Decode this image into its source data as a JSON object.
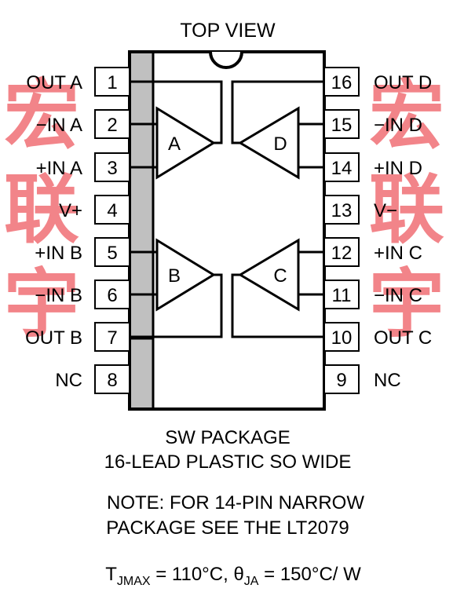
{
  "title": "TOP VIEW",
  "colors": {
    "ink": "#000000",
    "strip": "#c0c0c0",
    "watermark": "#e8202a"
  },
  "left_pins": [
    {
      "num": "1",
      "label": "OUT A"
    },
    {
      "num": "2",
      "label": "−IN A"
    },
    {
      "num": "3",
      "label": "+IN A"
    },
    {
      "num": "4",
      "label": "V+"
    },
    {
      "num": "5",
      "label": "+IN B"
    },
    {
      "num": "6",
      "label": "−IN B"
    },
    {
      "num": "7",
      "label": "OUT B"
    },
    {
      "num": "8",
      "label": "NC"
    }
  ],
  "right_pins": [
    {
      "num": "16",
      "label": "OUT D"
    },
    {
      "num": "15",
      "label": "−IN D"
    },
    {
      "num": "14",
      "label": "+IN D"
    },
    {
      "num": "13",
      "label": "V−"
    },
    {
      "num": "12",
      "label": "+IN C"
    },
    {
      "num": "11",
      "label": "−IN C"
    },
    {
      "num": "10",
      "label": "OUT C"
    },
    {
      "num": "9",
      "label": "NC"
    }
  ],
  "amplifiers": {
    "a": "A",
    "b": "B",
    "c": "C",
    "d": "D"
  },
  "package": {
    "line1": "SW PACKAGE",
    "line2": "16-LEAD PLASTIC SO WIDE"
  },
  "note": {
    "line1": "NOTE: FOR 14-PIN NARROW",
    "line2": "PACKAGE SEE THE LT2079"
  },
  "thermal": {
    "tj_symbol": "T",
    "tj_sub": "JMAX",
    "tj_value": " = 110°C, ",
    "theta_symbol": "θ",
    "theta_sub": "JA",
    "theta_value": " = 150°C/ W"
  }
}
